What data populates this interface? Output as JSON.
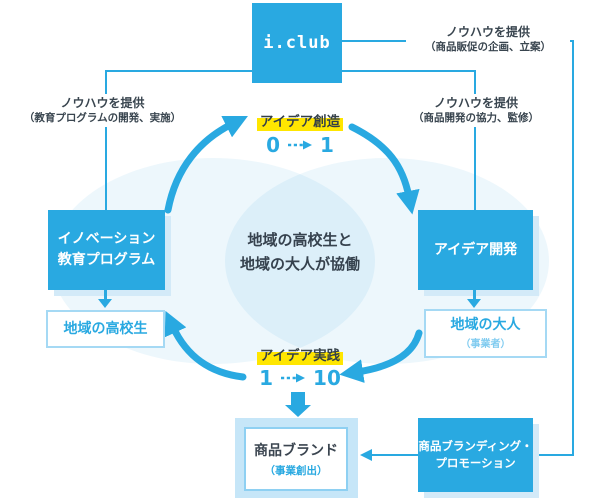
{
  "colors": {
    "brand_blue": "#29a9e1",
    "pale_blue": "#d3eaf8",
    "highlight_yellow": "#ffe600",
    "navy_text": "#39454f"
  },
  "logo": {
    "label": "i.club"
  },
  "knowhow_labels": {
    "top_left": {
      "title": "ノウハウを提供",
      "subtitle": "（教育プログラムの開発、実施）"
    },
    "top_right": {
      "title": "ノウハウを提供",
      "subtitle": "（商品販促の企画、立案）"
    },
    "mid_right": {
      "title": "ノウハウを提供",
      "subtitle": "（商品開発の協力、監修）"
    }
  },
  "boxes": {
    "education_program": {
      "line1": "イノベーション",
      "line2": "教育プログラム"
    },
    "local_students": {
      "label": "地域の高校生"
    },
    "idea_development": {
      "label": "アイデア開発"
    },
    "local_adults": {
      "label": "地域の大人",
      "sub": "（事業者）"
    },
    "product_brand": {
      "label": "商品ブランド",
      "sub": "（事業創出）"
    },
    "branding_promotion": {
      "line1": "商品ブランディング・",
      "line2": "プロモーション"
    }
  },
  "cycle": {
    "idea_creation": {
      "label": "アイデア創造",
      "from": "0",
      "to": "1"
    },
    "idea_practice": {
      "label": "アイデア実践",
      "from": "1",
      "to": "10"
    },
    "center": {
      "line1": "地域の高校生と",
      "line2": "地域の大人が協働"
    }
  }
}
